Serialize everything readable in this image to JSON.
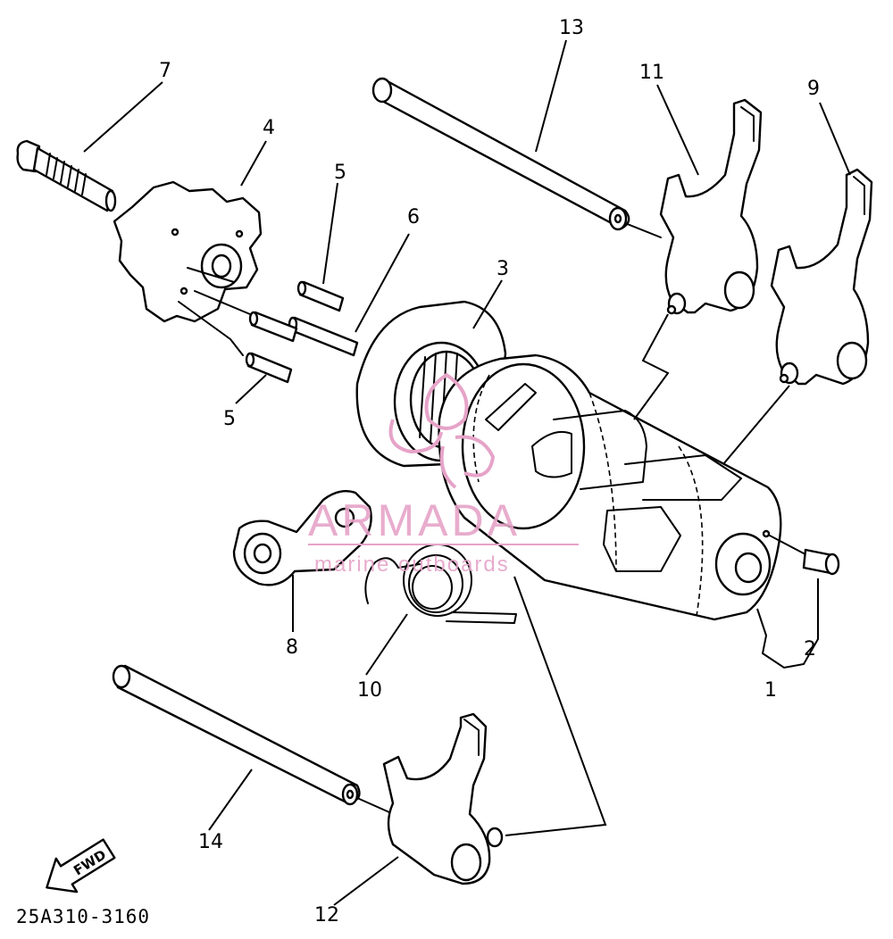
{
  "diagram": {
    "callouts": [
      {
        "id": "c1",
        "text": "1"
      },
      {
        "id": "c2",
        "text": "2"
      },
      {
        "id": "c3",
        "text": "3"
      },
      {
        "id": "c4",
        "text": "4"
      },
      {
        "id": "c5a",
        "text": "5"
      },
      {
        "id": "c5b",
        "text": "5"
      },
      {
        "id": "c6",
        "text": "6"
      },
      {
        "id": "c7",
        "text": "7"
      },
      {
        "id": "c8",
        "text": "8"
      },
      {
        "id": "c9",
        "text": "9"
      },
      {
        "id": "c10",
        "text": "10"
      },
      {
        "id": "c11",
        "text": "11"
      },
      {
        "id": "c12",
        "text": "12"
      },
      {
        "id": "c13",
        "text": "13"
      },
      {
        "id": "c14",
        "text": "14"
      }
    ],
    "fwd_label": "FWD",
    "diagram_code": "25A310-3160"
  },
  "watermark": {
    "main": "ARMADA",
    "sub": "marine outboards",
    "color": "#e6a3c8"
  }
}
